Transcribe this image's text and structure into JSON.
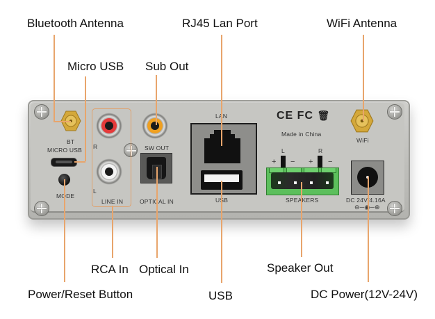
{
  "callouts": {
    "bluetooth_antenna": "Bluetooth Antenna",
    "rj45_lan_port": "RJ45 Lan Port",
    "wifi_antenna": "WiFi Antenna",
    "micro_usb": "Micro USB",
    "sub_out": "Sub Out",
    "rca_in": "RCA In",
    "optical_in": "Optical In",
    "speaker_out": "Speaker Out",
    "power_reset_button": "Power/Reset Button",
    "usb": "USB",
    "dc_power": "DC Power(12V-24V)"
  },
  "panel_labels": {
    "bt": "BT",
    "micro_usb": "MICRO USB",
    "mode": "MODE",
    "r": "R",
    "l": "L",
    "line_in": "LINE IN",
    "sw_out": "SW OUT",
    "optical_in": "OPTICAL IN",
    "lan": "LAN",
    "usb": "USB",
    "certifications": "CE FC",
    "made_in": "Made in China",
    "spk_l": "L",
    "spk_r": "R",
    "spk_plus": "+",
    "spk_minus": "−",
    "speakers": "SPEAKERS",
    "wifi": "WiFi",
    "dc_rating": "DC 24V/4.16A",
    "polarity": "⊖─◉─⊕"
  },
  "colors": {
    "leader_line": "#e8a56c",
    "panel": "#c4c4c0",
    "rca_right": "#e53a3a",
    "rca_left": "#f2f2f2",
    "sub_out": "#f0a020",
    "speaker_terminal": "#5cbf5c",
    "antenna_gold": "#d4a83a"
  }
}
